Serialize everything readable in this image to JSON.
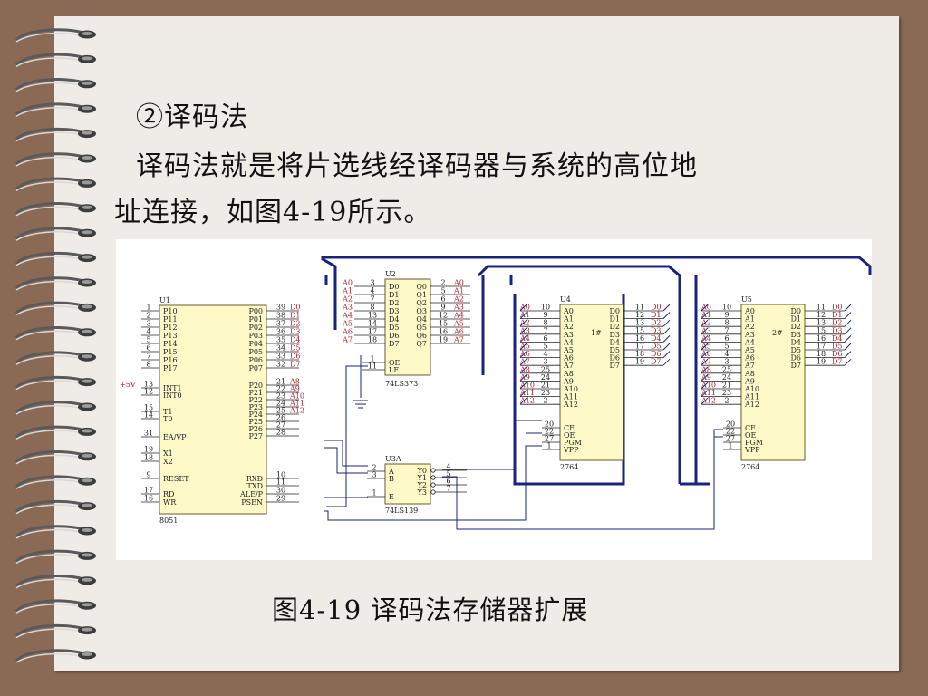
{
  "slide": {
    "heading": "②译码法",
    "paragraph_line1": "译码法就是将片选线经译码器与系统的高位地",
    "paragraph_line2": "址连接，如图4-19所示。",
    "caption": "图4-19  译码法存储器扩展"
  },
  "diagram": {
    "u1": {
      "ref": "U1",
      "type": "8051",
      "left_pins": [
        {
          "n": "1",
          "name": "P10"
        },
        {
          "n": "2",
          "name": "P11"
        },
        {
          "n": "3",
          "name": "P12"
        },
        {
          "n": "4",
          "name": "P13"
        },
        {
          "n": "5",
          "name": "P14"
        },
        {
          "n": "6",
          "name": "P15"
        },
        {
          "n": "7",
          "name": "P16"
        },
        {
          "n": "8",
          "name": "P17"
        },
        {
          "n": "13",
          "name": "INT1"
        },
        {
          "n": "12",
          "name": "INT0"
        },
        {
          "n": "15",
          "name": "T1"
        },
        {
          "n": "14",
          "name": "T0"
        },
        {
          "n": "31",
          "name": "EA/VP"
        },
        {
          "n": "19",
          "name": "X1"
        },
        {
          "n": "18",
          "name": "X2"
        },
        {
          "n": "9",
          "name": "RESET"
        },
        {
          "n": "17",
          "name": "RD"
        },
        {
          "n": "16",
          "name": "WR"
        }
      ],
      "right_pins": [
        {
          "n": "39",
          "name": "P00",
          "net": "D0"
        },
        {
          "n": "38",
          "name": "P01",
          "net": "D1"
        },
        {
          "n": "37",
          "name": "P02",
          "net": "D2"
        },
        {
          "n": "36",
          "name": "P03",
          "net": "D3"
        },
        {
          "n": "35",
          "name": "P04",
          "net": "D4"
        },
        {
          "n": "34",
          "name": "P05",
          "net": "D5"
        },
        {
          "n": "33",
          "name": "P06",
          "net": "D6"
        },
        {
          "n": "32",
          "name": "P07",
          "net": "D7"
        },
        {
          "n": "21",
          "name": "P20",
          "net": "A8"
        },
        {
          "n": "22",
          "name": "P21",
          "net": "A9"
        },
        {
          "n": "23",
          "name": "P22",
          "net": "A10"
        },
        {
          "n": "24",
          "name": "P23",
          "net": "A11"
        },
        {
          "n": "25",
          "name": "P24",
          "net": "A12"
        },
        {
          "n": "26",
          "name": "P25",
          "net": ""
        },
        {
          "n": "27",
          "name": "P26",
          "net": ""
        },
        {
          "n": "28",
          "name": "P27",
          "net": ""
        },
        {
          "n": "10",
          "name": "RXD",
          "net": ""
        },
        {
          "n": "11",
          "name": "TXD",
          "net": ""
        },
        {
          "n": "30",
          "name": "ALE/P",
          "net": ""
        },
        {
          "n": "29",
          "name": "PSEN",
          "net": ""
        }
      ],
      "supply": "+5V"
    },
    "u2": {
      "ref": "U2",
      "type": "74LS373",
      "inputs": [
        {
          "net": "A0",
          "n": "3",
          "name": "D0"
        },
        {
          "net": "A1",
          "n": "4",
          "name": "D1"
        },
        {
          "net": "A2",
          "n": "7",
          "name": "D2"
        },
        {
          "net": "A3",
          "n": "8",
          "name": "D3"
        },
        {
          "net": "A4",
          "n": "13",
          "name": "D4"
        },
        {
          "net": "A5",
          "n": "14",
          "name": "D5"
        },
        {
          "net": "A6",
          "n": "17",
          "name": "D6"
        },
        {
          "net": "A7",
          "n": "18",
          "name": "D7"
        }
      ],
      "outputs": [
        {
          "name": "Q0",
          "n": "2",
          "net": "A0"
        },
        {
          "name": "Q1",
          "n": "5",
          "net": "A1"
        },
        {
          "name": "Q2",
          "n": "6",
          "net": "A2"
        },
        {
          "name": "Q3",
          "n": "9",
          "net": "A3"
        },
        {
          "name": "Q4",
          "n": "12",
          "net": "A4"
        },
        {
          "name": "Q5",
          "n": "15",
          "net": "A5"
        },
        {
          "name": "Q6",
          "n": "16",
          "net": "A6"
        },
        {
          "name": "Q7",
          "n": "19",
          "net": "A7"
        }
      ],
      "oe": {
        "n": "1",
        "name": "OE"
      },
      "le": {
        "n": "11",
        "name": "LE"
      }
    },
    "u3a": {
      "ref": "U3A",
      "type": "74LS139",
      "inputs": [
        {
          "n": "2",
          "name": "A"
        },
        {
          "n": "3",
          "name": "B"
        },
        {
          "n": "1",
          "name": "E"
        }
      ],
      "outputs": [
        {
          "name": "Y0",
          "n": "4"
        },
        {
          "name": "Y1",
          "n": "5"
        },
        {
          "name": "Y2",
          "n": "6"
        },
        {
          "name": "Y3",
          "n": "7"
        }
      ]
    },
    "mem": [
      {
        "ref": "U4",
        "type": "2764",
        "tag": "1#"
      },
      {
        "ref": "U5",
        "type": "2764",
        "tag": "2#"
      }
    ],
    "mem_addr_pins": [
      {
        "net": "A0",
        "n": "10",
        "name": "A0"
      },
      {
        "net": "A1",
        "n": "9",
        "name": "A1"
      },
      {
        "net": "A2",
        "n": "8",
        "name": "A2"
      },
      {
        "net": "A3",
        "n": "7",
        "name": "A3"
      },
      {
        "net": "A4",
        "n": "6",
        "name": "A4"
      },
      {
        "net": "A5",
        "n": "5",
        "name": "A5"
      },
      {
        "net": "A6",
        "n": "4",
        "name": "A6"
      },
      {
        "net": "A7",
        "n": "3",
        "name": "A7"
      },
      {
        "net": "A8",
        "n": "25",
        "name": "A8"
      },
      {
        "net": "A9",
        "n": "24",
        "name": "A9"
      },
      {
        "net": "A10",
        "n": "21",
        "name": "A10"
      },
      {
        "net": "A11",
        "n": "23",
        "name": "A11"
      },
      {
        "net": "A12",
        "n": "2",
        "name": "A12"
      }
    ],
    "mem_ctrl_pins": [
      {
        "n": "20",
        "name": "CE"
      },
      {
        "n": "22",
        "name": "OE"
      },
      {
        "n": "27",
        "name": "PGM"
      },
      {
        "n": "1",
        "name": "VPP"
      }
    ],
    "mem_data_pins": [
      {
        "name": "D0",
        "n": "11",
        "net": "D0"
      },
      {
        "name": "D1",
        "n": "12",
        "net": "D1"
      },
      {
        "name": "D2",
        "n": "13",
        "net": "D2"
      },
      {
        "name": "D3",
        "n": "15",
        "net": "D3"
      },
      {
        "name": "D4",
        "n": "16",
        "net": "D4"
      },
      {
        "name": "D5",
        "n": "17",
        "net": "D5"
      },
      {
        "name": "D6",
        "n": "18",
        "net": "D6"
      },
      {
        "name": "D7",
        "n": "19",
        "net": "D7"
      }
    ]
  }
}
